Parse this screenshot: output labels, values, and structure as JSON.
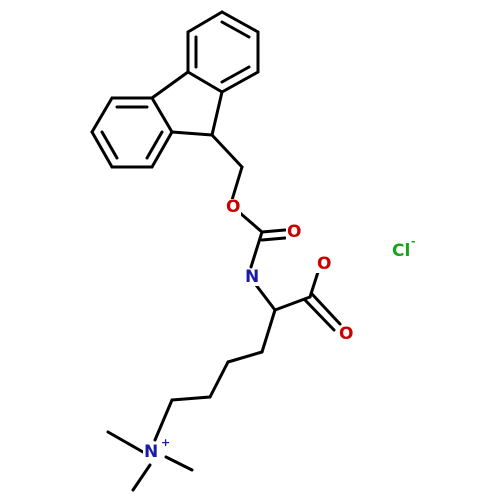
{
  "molecule": {
    "atoms": {
      "ester_oxygen": "O",
      "carbonyl_oxygen": "O",
      "amide_nitrogen": "N",
      "carboxylate_oxygen": "O",
      "acid_carbonyl_oxygen": "O",
      "ammonium_nitrogen": "N",
      "ammonium_charge": "+",
      "chloride": "Cl",
      "chloride_charge": "-"
    },
    "colors": {
      "bond": "#000000",
      "oxygen": "#cc0000",
      "nitrogen": "#1a1aa8",
      "chlorine": "#19a319"
    }
  }
}
